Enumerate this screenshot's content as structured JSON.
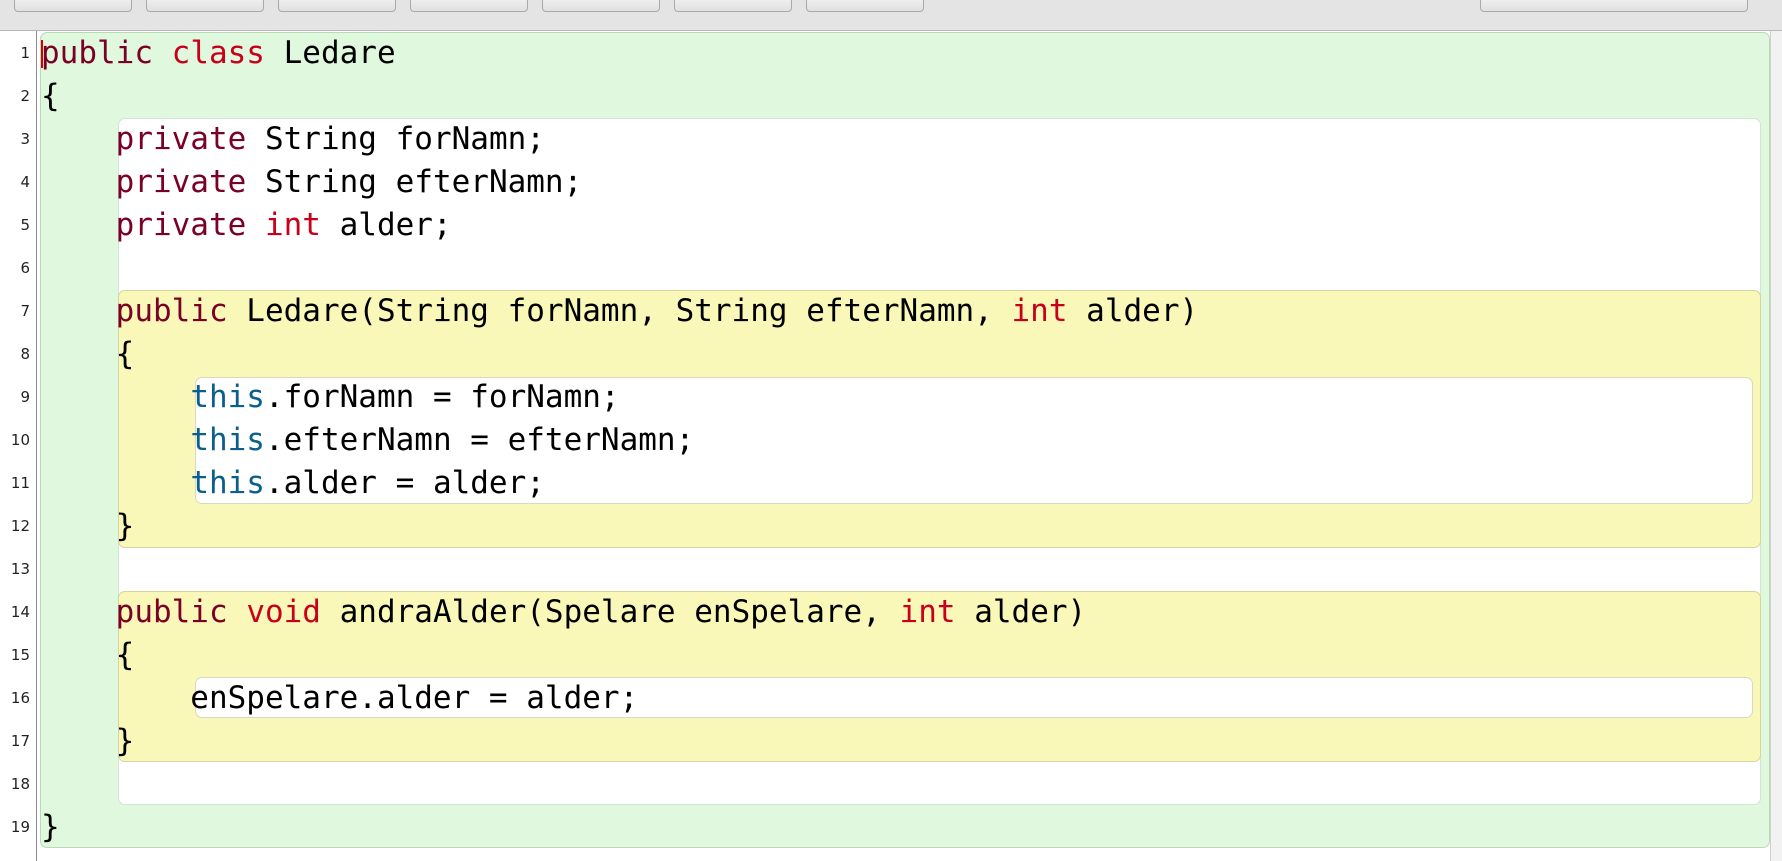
{
  "gutter": {
    "line_numbers": [
      "1",
      "2",
      "3",
      "4",
      "5",
      "6",
      "7",
      "8",
      "9",
      "10",
      "11",
      "12",
      "13",
      "14",
      "15",
      "16",
      "17",
      "18",
      "19"
    ]
  },
  "code": {
    "lines": [
      [
        {
          "t": "public",
          "c": "kw-mod"
        },
        {
          "t": " "
        },
        {
          "t": "class",
          "c": "kw-type"
        },
        {
          "t": " Ledare"
        }
      ],
      [
        {
          "t": "{"
        }
      ],
      [
        {
          "t": "    "
        },
        {
          "t": "private",
          "c": "kw-mod"
        },
        {
          "t": " String forNamn;"
        }
      ],
      [
        {
          "t": "    "
        },
        {
          "t": "private",
          "c": "kw-mod"
        },
        {
          "t": " String efterNamn;"
        }
      ],
      [
        {
          "t": "    "
        },
        {
          "t": "private",
          "c": "kw-mod"
        },
        {
          "t": " "
        },
        {
          "t": "int",
          "c": "kw-type"
        },
        {
          "t": " alder;"
        }
      ],
      [
        {
          "t": ""
        }
      ],
      [
        {
          "t": "    "
        },
        {
          "t": "public",
          "c": "kw-mod"
        },
        {
          "t": " Ledare(String forNamn, String efterNamn, "
        },
        {
          "t": "int",
          "c": "kw-type"
        },
        {
          "t": " alder)"
        }
      ],
      [
        {
          "t": "    {"
        }
      ],
      [
        {
          "t": "        "
        },
        {
          "t": "this",
          "c": "kw-this"
        },
        {
          "t": ".forNamn = forNamn;"
        }
      ],
      [
        {
          "t": "        "
        },
        {
          "t": "this",
          "c": "kw-this"
        },
        {
          "t": ".efterNamn = efterNamn;"
        }
      ],
      [
        {
          "t": "        "
        },
        {
          "t": "this",
          "c": "kw-this"
        },
        {
          "t": ".alder = alder;"
        }
      ],
      [
        {
          "t": "    }"
        }
      ],
      [
        {
          "t": ""
        }
      ],
      [
        {
          "t": "    "
        },
        {
          "t": "public",
          "c": "kw-mod"
        },
        {
          "t": " "
        },
        {
          "t": "void",
          "c": "kw-type"
        },
        {
          "t": " andraAlder(Spelare enSpelare, "
        },
        {
          "t": "int",
          "c": "kw-type"
        },
        {
          "t": " alder)"
        }
      ],
      [
        {
          "t": "    {"
        }
      ],
      [
        {
          "t": "        enSpelare.alder = alder;"
        }
      ],
      [
        {
          "t": "    }"
        }
      ],
      [
        {
          "t": ""
        }
      ],
      [
        {
          "t": "}"
        }
      ]
    ]
  },
  "colors": {
    "class_scope": "#e0f8de",
    "method_scope": "#f9f8b8",
    "body_scope": "#ffffff",
    "keyword_modifier": "#7a0026",
    "keyword_type": "#c8001b",
    "keyword_this": "#0a5f8c",
    "caret": "#d20000"
  }
}
